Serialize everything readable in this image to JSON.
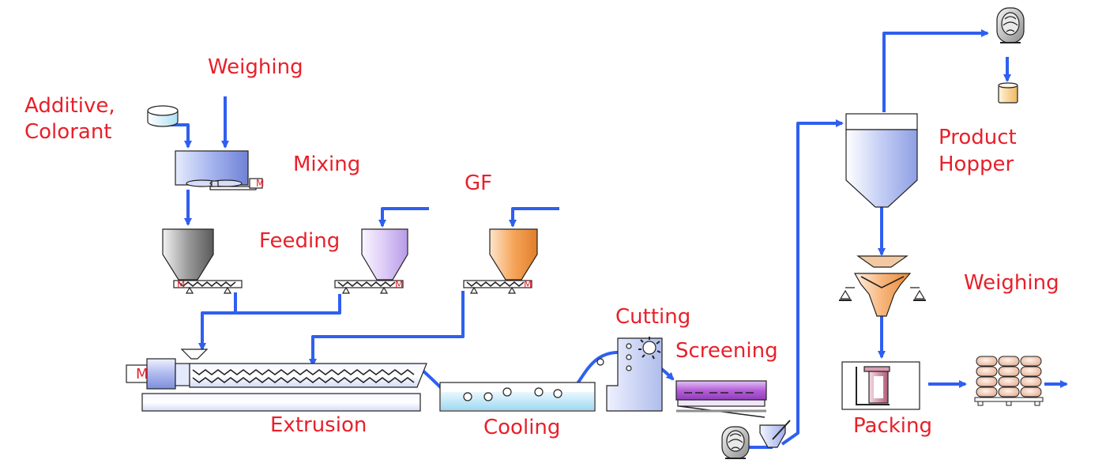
{
  "labels": {
    "weighing_top": "Weighing",
    "additive_line1": "Additive,",
    "additive_line2": "Colorant",
    "mixing": "Mixing",
    "gf": "GF",
    "feeding": "Feeding",
    "extrusion": "Extrusion",
    "cooling": "Cooling",
    "cutting": "Cutting",
    "screening": "Screening",
    "product_line1": "Product",
    "product_line2": "Hopper",
    "weighing_right": "Weighing",
    "packing": "Packing"
  },
  "motor_mark": "M",
  "colors": {
    "text": "#e8202a",
    "flow": "#2f5ff0",
    "outline": "#222222",
    "mixer_blue": "#9fb0ee",
    "hopper_gray": "#8a8a8a",
    "hopper_violet": "#d9c8f4",
    "hopper_orange": "#f6a55a",
    "water": "#bfe6f6",
    "screen_purple": "#b45ed8",
    "product_hopper": "#b9c6f2",
    "bags": "#f1cdb6"
  }
}
